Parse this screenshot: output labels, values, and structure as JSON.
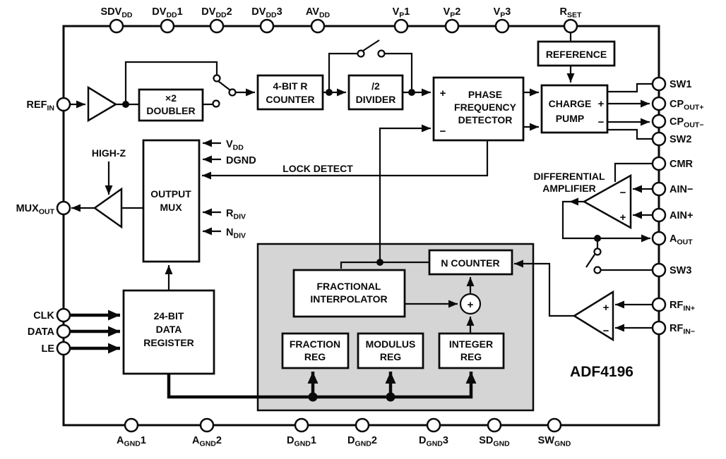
{
  "diagram": {
    "part_number": "ADF4196",
    "background_color": "#ffffff",
    "line_color": "#0a0a0a",
    "shaded_region_color": "#d5d5d5"
  },
  "blocks": {
    "doubler": {
      "lines": [
        "×2",
        "DOUBLER"
      ]
    },
    "r_counter": {
      "lines": [
        "4-BIT R",
        "COUNTER"
      ]
    },
    "divider": {
      "lines": [
        "/2",
        "DIVIDER"
      ]
    },
    "pfd": {
      "lines": [
        "PHASE",
        "FREQUENCY",
        "DETECTOR"
      ]
    },
    "reference": {
      "lines": [
        "REFERENCE"
      ]
    },
    "charge_pump": {
      "lines": [
        "CHARGE",
        "PUMP"
      ]
    },
    "output_mux": {
      "lines": [
        "OUTPUT",
        "MUX"
      ]
    },
    "data_register": {
      "lines": [
        "24-BIT",
        "DATA",
        "REGISTER"
      ]
    },
    "n_counter": {
      "lines": [
        "N COUNTER"
      ]
    },
    "fractional_interpolator": {
      "lines": [
        "FRACTIONAL",
        "INTERPOLATOR"
      ]
    },
    "fraction_reg": {
      "lines": [
        "FRACTION",
        "REG"
      ]
    },
    "modulus_reg": {
      "lines": [
        "MODULUS",
        "REG"
      ]
    },
    "integer_reg": {
      "lines": [
        "INTEGER",
        "REG"
      ]
    }
  },
  "labels": {
    "high_z": "HIGH-Z",
    "lock_detect": "LOCK DETECT",
    "differential_amplifier": [
      "DIFFERENTIAL",
      "AMPLIFIER"
    ],
    "mux_inputs": {
      "vdd": {
        "main": "V",
        "sub": "DD"
      },
      "dgnd": {
        "main": "DGND",
        "sub": ""
      },
      "rdiv": {
        "main": "R",
        "sub": "DIV"
      },
      "ndiv": {
        "main": "N",
        "sub": "DIV"
      }
    },
    "signs": {
      "plus": "+",
      "minus": "−"
    }
  },
  "pins": {
    "top": [
      {
        "main": "SDV",
        "sub": "DD",
        "suffix": ""
      },
      {
        "main": "DV",
        "sub": "DD",
        "suffix": "1"
      },
      {
        "main": "DV",
        "sub": "DD",
        "suffix": "2"
      },
      {
        "main": "DV",
        "sub": "DD",
        "suffix": "3"
      },
      {
        "main": "AV",
        "sub": "DD",
        "suffix": ""
      },
      {
        "main": "V",
        "sub": "P",
        "suffix": "1"
      },
      {
        "main": "V",
        "sub": "P",
        "suffix": "2"
      },
      {
        "main": "V",
        "sub": "P",
        "suffix": "3"
      },
      {
        "main": "R",
        "sub": "SET",
        "suffix": ""
      }
    ],
    "left": [
      {
        "main": "REF",
        "sub": "IN",
        "suffix": ""
      },
      {
        "main": "MUX",
        "sub": "OUT",
        "suffix": ""
      },
      {
        "main": "CLK",
        "sub": "",
        "suffix": ""
      },
      {
        "main": "DATA",
        "sub": "",
        "suffix": ""
      },
      {
        "main": "LE",
        "sub": "",
        "suffix": ""
      }
    ],
    "right": [
      {
        "main": "SW1",
        "sub": "",
        "suffix": ""
      },
      {
        "main": "CP",
        "sub": "OUT+",
        "suffix": ""
      },
      {
        "main": "CP",
        "sub": "OUT−",
        "suffix": ""
      },
      {
        "main": "SW2",
        "sub": "",
        "suffix": ""
      },
      {
        "main": "CMR",
        "sub": "",
        "suffix": ""
      },
      {
        "main": "AIN−",
        "sub": "",
        "suffix": ""
      },
      {
        "main": "AIN+",
        "sub": "",
        "suffix": ""
      },
      {
        "main": "A",
        "sub": "OUT",
        "suffix": ""
      },
      {
        "main": "SW3",
        "sub": "",
        "suffix": ""
      },
      {
        "main": "RF",
        "sub": "IN+",
        "suffix": ""
      },
      {
        "main": "RF",
        "sub": "IN−",
        "suffix": ""
      }
    ],
    "bottom": [
      {
        "main": "A",
        "sub": "GND",
        "suffix": "1"
      },
      {
        "main": "A",
        "sub": "GND",
        "suffix": "2"
      },
      {
        "main": "D",
        "sub": "GND",
        "suffix": "1"
      },
      {
        "main": "D",
        "sub": "GND",
        "suffix": "2"
      },
      {
        "main": "D",
        "sub": "GND",
        "suffix": "3"
      },
      {
        "main": "SD",
        "sub": "GND",
        "suffix": ""
      },
      {
        "main": "SW",
        "sub": "GND",
        "suffix": ""
      }
    ]
  }
}
